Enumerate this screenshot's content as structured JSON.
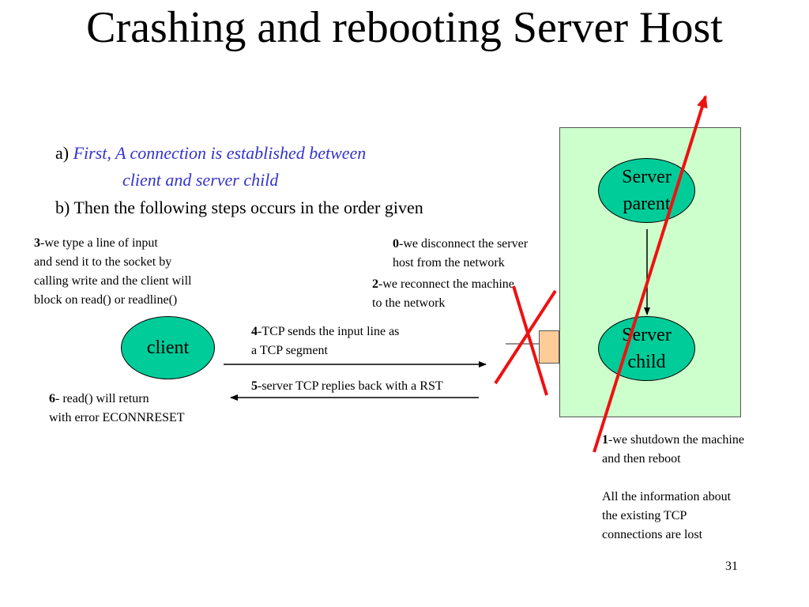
{
  "title": "Crashing and rebooting Server Host",
  "steps": {
    "a_prefix": "a) ",
    "a_line1": "First, A connection is established between",
    "a_line2": "client and server child",
    "b": "b) Then the following steps occurs in the order given"
  },
  "nodes": {
    "client": "client",
    "server_parent_1": "Server",
    "server_parent_2": "parent",
    "server_child_1": "Server",
    "server_child_2": "child"
  },
  "notes": {
    "n3_num": "3",
    "n3_l1": "-we type a line of input",
    "n3_l2": "and send it to the socket by",
    "n3_l3": "calling write and the client will",
    "n3_l4": "block on read() or readline()",
    "n0_num": "0",
    "n0_l1": "-we disconnect the server",
    "n0_l2": "host from the network",
    "n2_num": "2",
    "n2_l1": "-we reconnect the machine",
    "n2_l2": "to the network",
    "n4_num": "4",
    "n4_l1": "-TCP sends the input line as",
    "n4_l2": "a TCP segment",
    "n5_num": "5",
    "n5_l1": "-server TCP replies back with a RST",
    "n6_num": "6",
    "n6_l1": "- read() will return",
    "n6_l2": "with error ECONNRESET",
    "n1_num": "1",
    "n1_l1": "-we shutdown the machine",
    "n1_l2": "and then reboot",
    "n1_l3": "All the information about",
    "n1_l4": "the existing TCP",
    "n1_l5": "connections are lost"
  },
  "page_number": "31",
  "colors": {
    "server_box": "#ccffcc",
    "ellipse": "#00cc99",
    "socket": "#ffcc99",
    "cross": "#ee1111",
    "blue_text": "#3333cc"
  }
}
